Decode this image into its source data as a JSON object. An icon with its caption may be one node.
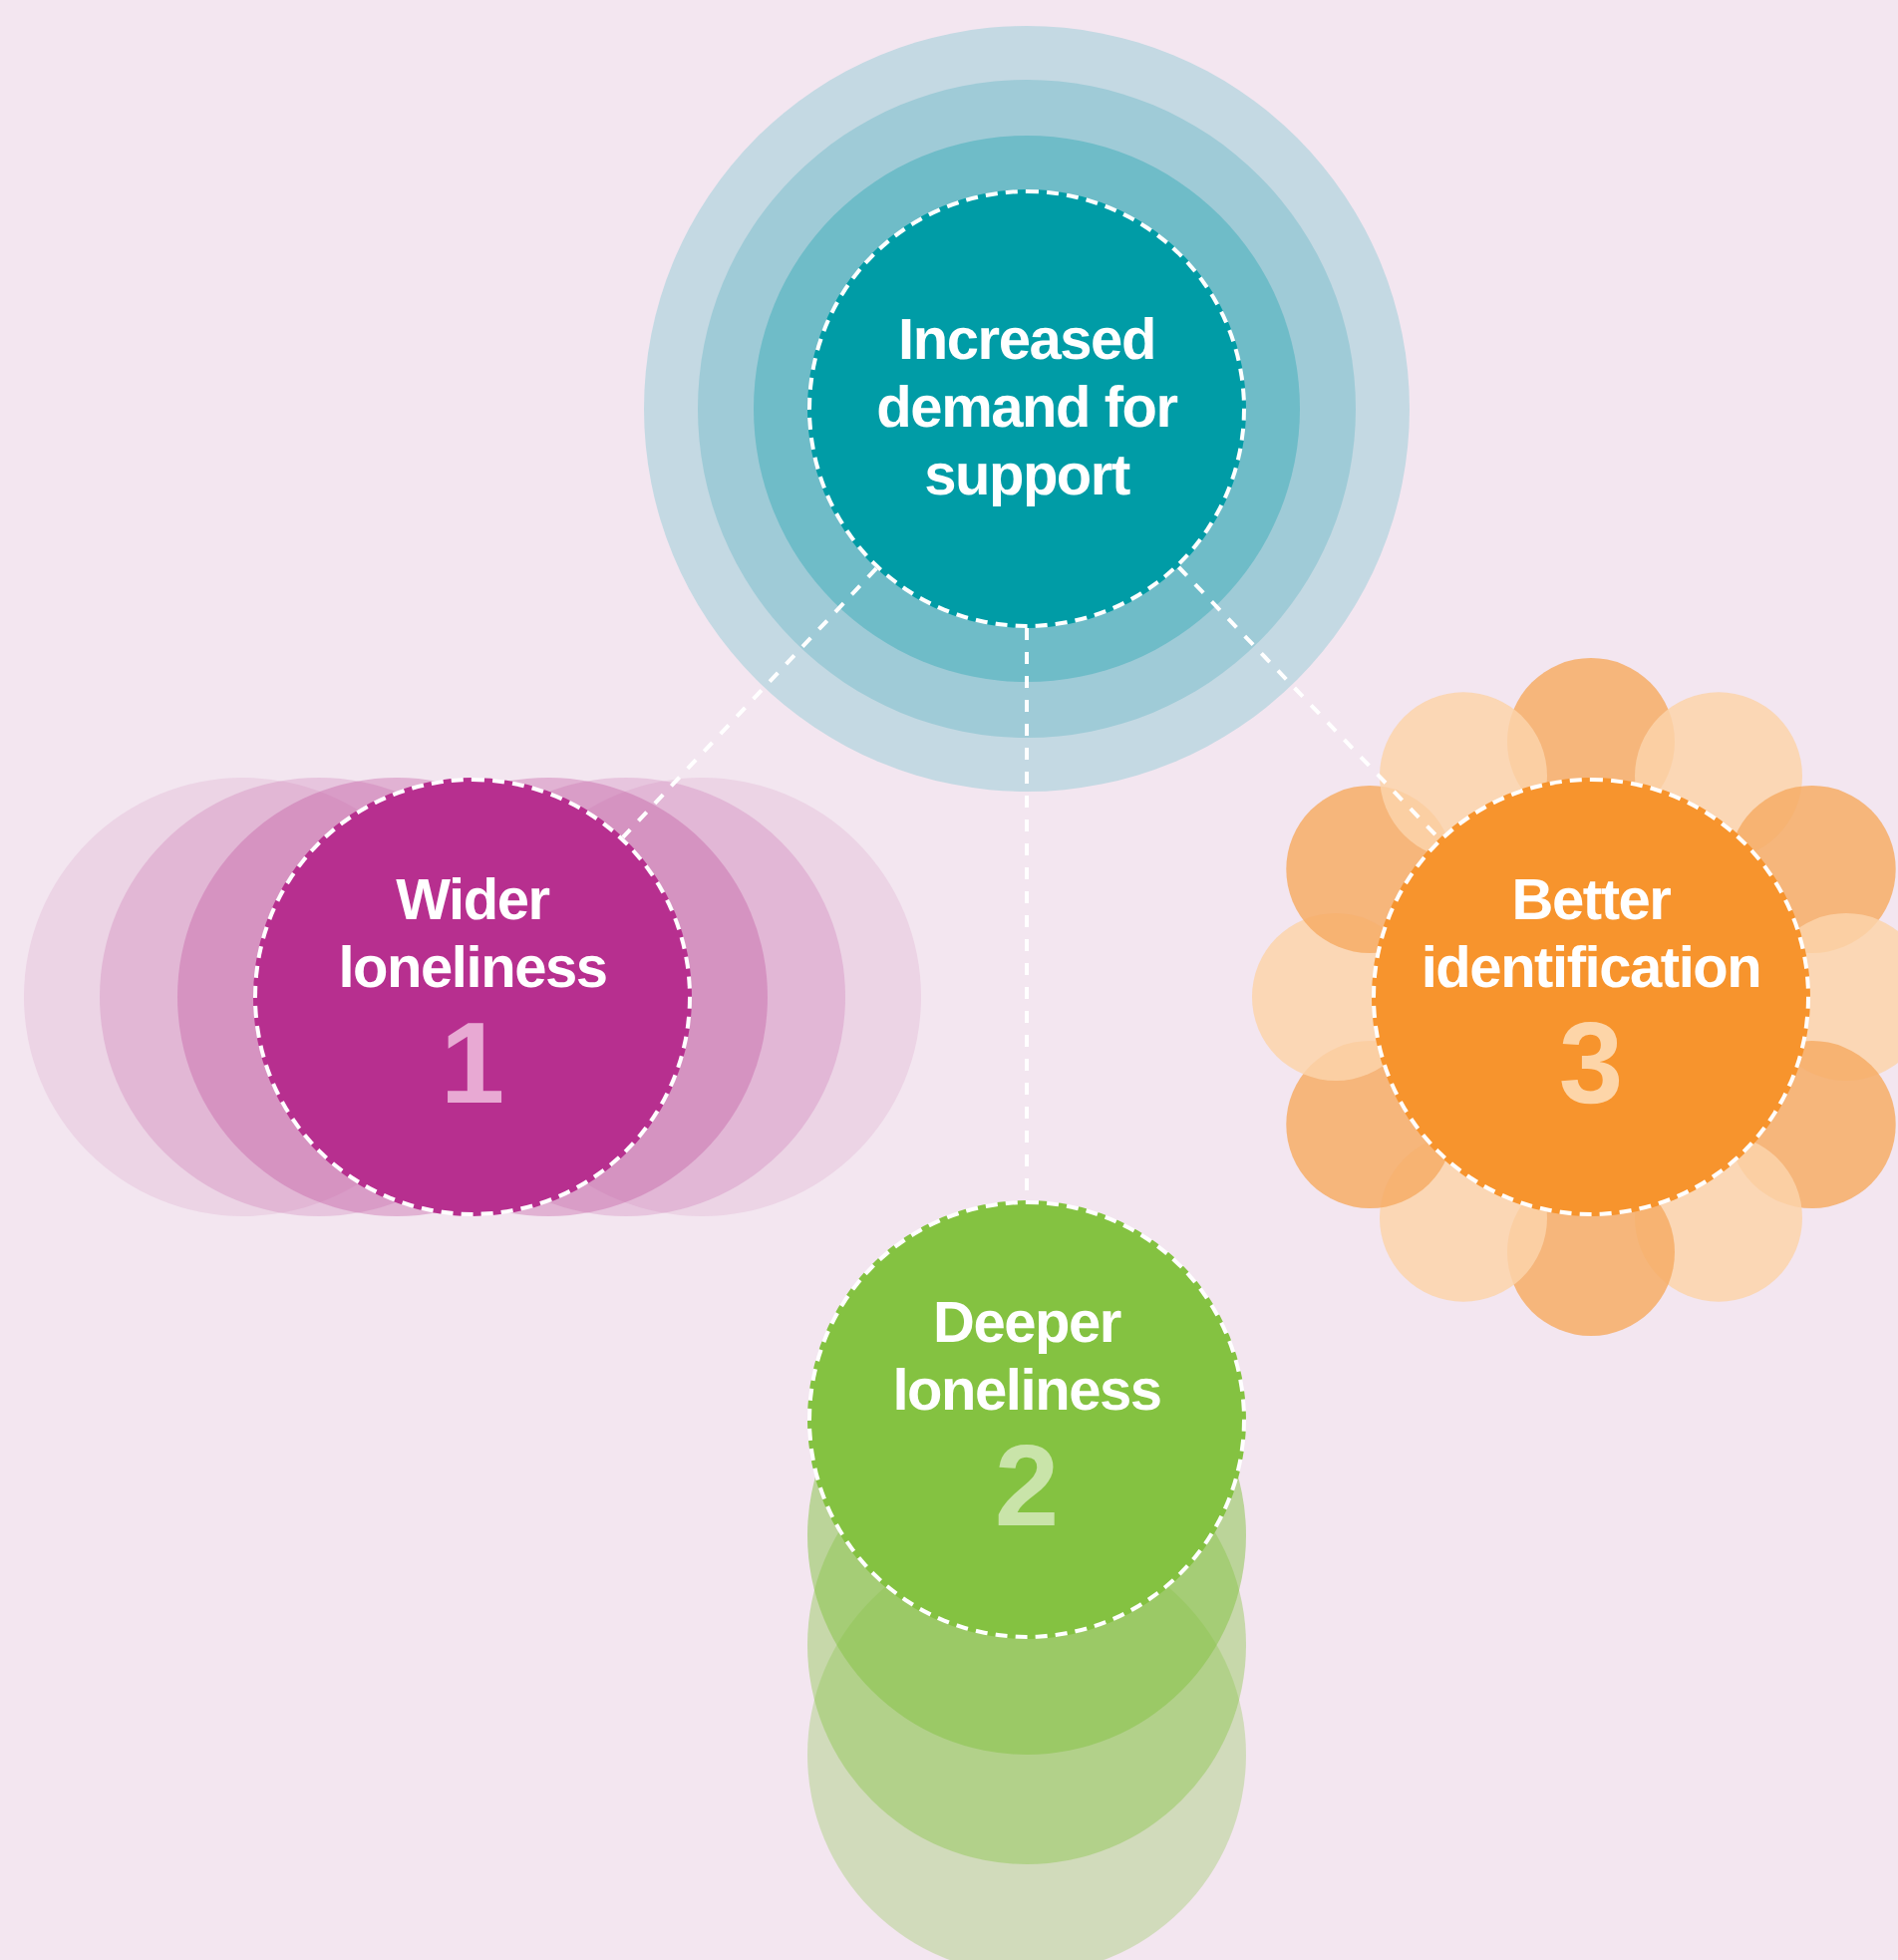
{
  "diagram": {
    "nodes": [
      {
        "text": [
          "Increased demand for support"
        ]
      },
      {
        "text": [
          "Wider loneliness",
          "1"
        ]
      },
      {
        "text": [
          "Deeper loneliness",
          "2"
        ]
      },
      {
        "text": [
          "Better identification",
          "3"
        ]
      }
    ],
    "edges": [
      {
        "from": 0,
        "to": 1,
        "arrow": "none",
        "style": "dashed"
      },
      {
        "from": 0,
        "to": 2,
        "arrow": "none",
        "style": "dashed"
      },
      {
        "from": 0,
        "to": 3,
        "arrow": "none",
        "style": "dashed"
      }
    ]
  }
}
